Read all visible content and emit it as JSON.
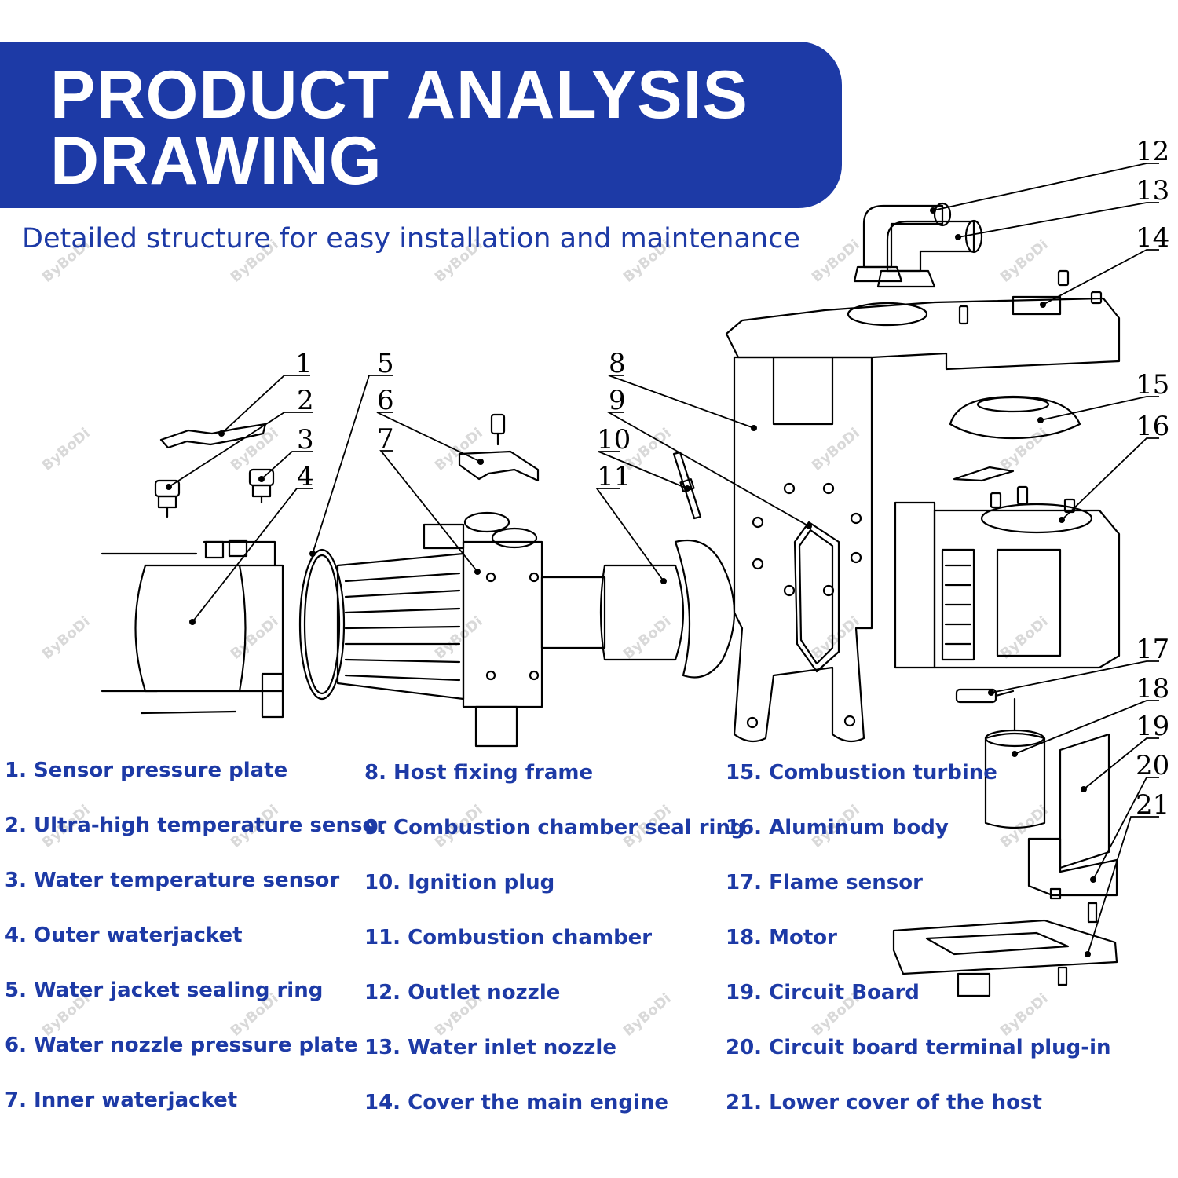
{
  "header": {
    "title_line1": "PRODUCT ANALYSIS",
    "title_line2": "DRAWING",
    "subtitle": "Detailed structure for easy installation and maintenance"
  },
  "colors": {
    "brand": "#1d3aa6",
    "line": "#000000",
    "watermark": "#d9d9d9"
  },
  "watermark": "ByBoDi",
  "callouts": [
    "1",
    "2",
    "3",
    "4",
    "5",
    "6",
    "7",
    "8",
    "9",
    "10",
    "11",
    "12",
    "13",
    "14",
    "15",
    "16",
    "17",
    "18",
    "19",
    "20",
    "21"
  ],
  "legend": {
    "col1": [
      "1. Sensor pressure plate",
      "2. Ultra-high temperature sensor",
      "3. Water temperature sensor",
      "4. Outer waterjacket",
      "5. Water jacket sealing ring",
      "6. Water nozzle pressure plate",
      "7. Inner waterjacket"
    ],
    "col2": [
      "8. Host fixing frame",
      "9. Combustion chamber seal ring",
      "10. Ignition plug",
      "11. Combustion chamber",
      "12. Outlet nozzle",
      "13. Water inlet nozzle",
      "14. Cover the main engine"
    ],
    "col3": [
      "15. Combustion turbine",
      "16. Aluminum body",
      "17. Flame sensor",
      "18. Motor",
      "19. Circuit Board",
      "20. Circuit board terminal plug-in",
      "21. Lower cover of the host"
    ]
  }
}
